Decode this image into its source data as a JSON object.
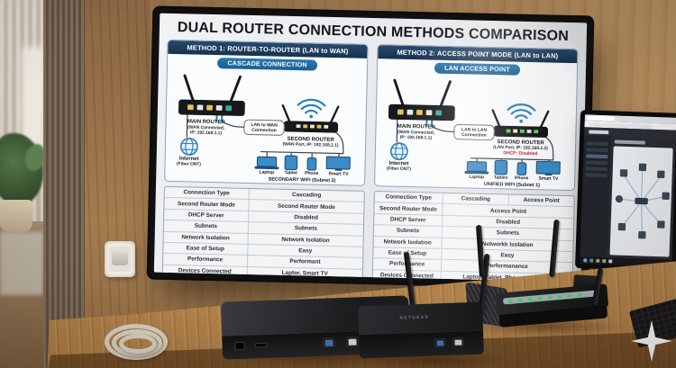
{
  "infographic": {
    "title": "DUAL ROUTER CONNECTION METHODS COMPARISON",
    "methods": [
      {
        "header": "METHOD 1: ROUTER-TO-ROUTER (LAN to WAN)",
        "badge": "CASCADE CONNECTION",
        "main_router_name": "MAIN ROUTER",
        "main_router_line1": "(WAN Connected,",
        "main_router_line2": "IP: 192.168.1.1)",
        "second_router_name": "SECOND ROUTER",
        "second_router_detail": "(WAN Port, IP: 192.168.2.1)",
        "connection_line1": "LAN to WAN",
        "connection_line2": "Connection",
        "internet_line1": "Internet",
        "internet_line2": "(Fiber ONT)",
        "devices": [
          "Laptop",
          "Tablet",
          "Phone",
          "Smart TV"
        ],
        "wifi_caption": "SECONDARY WIFI (Subnet 2)"
      },
      {
        "header": "METHOD 2: ACCESS POINT MODE (LAN to LAN)",
        "badge": "LAN ACCESS POINT",
        "main_router_name": "MAIN ROUTER",
        "main_router_line1": "(WAN Connected,",
        "main_router_line2": "IP: 192.168.1.1)",
        "second_router_name": "SECOND ROUTER",
        "second_router_detail": "(LAN Port, IP: 192.168.1.2)",
        "dhcp_note": "DHCP: Disabled",
        "connection_line1": "LAN to LAN",
        "connection_line2": "Connection",
        "internet_line1": "Internet",
        "internet_line2": "(Fiber ONT)",
        "devices": [
          "Laptop",
          "Tables",
          "Phone",
          "Smart TV"
        ],
        "wifi_caption": "UNIFIED WIFI (Subnet 1)"
      }
    ],
    "tables": [
      {
        "rows": [
          [
            "Connection Type",
            "Cascading"
          ],
          [
            "Second Router Mode",
            "Second Router Mode"
          ],
          [
            "DHCP Server",
            "Disabled"
          ],
          [
            "Subnets",
            "Subnets"
          ],
          [
            "Network Isolation",
            "Network Isolation"
          ],
          [
            "Ease of Setup",
            "Easy"
          ],
          [
            "Performance",
            "Performant"
          ],
          [
            "Devices Connected",
            "Laptor, Smart TV"
          ]
        ]
      },
      {
        "header": [
          "Connection Type",
          "Cascading",
          "Access Point"
        ],
        "rows": [
          [
            "Second Router Mode",
            "Access Point"
          ],
          [
            "DHCP Server",
            "Disabled"
          ],
          [
            "Subnets",
            "Subnets"
          ],
          [
            "Network Isolation",
            "Networkk Isolation"
          ],
          [
            "Ease of Setup",
            "Easy"
          ],
          [
            "Performance",
            "Performanance"
          ],
          [
            "Devices Connected",
            "Laptop, Tablet, Phone, Smart TV"
          ]
        ]
      }
    ]
  },
  "desk": {
    "brand": "NETGEAR"
  },
  "colors": {
    "header_navy": "#1e3f63",
    "badge_blue": "#1d6fa5",
    "wifi_blue": "#2a7fc1",
    "dhcp_red": "#c42020",
    "led_green": "#46d06a"
  }
}
